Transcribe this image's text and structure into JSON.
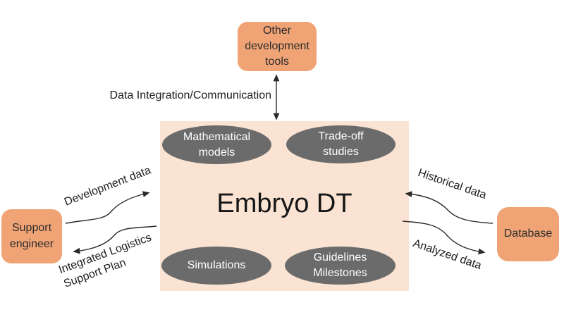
{
  "colors": {
    "background": "#ffffff",
    "node_fill": "#f0a476",
    "node_text": "#2b2b2b",
    "center_fill": "#fae3d2",
    "ellipse_fill": "#6b6b6b",
    "ellipse_text": "#ffffff",
    "label_text": "#1c1c1c",
    "arrow": "#2a2a2a"
  },
  "nodes": {
    "other_tools": {
      "label": "Other\ndevelopment\ntools"
    },
    "support_engineer": {
      "label": "Support\nengineer"
    },
    "database": {
      "label": "Database"
    }
  },
  "center": {
    "title": "Embryo DT",
    "components": [
      {
        "label": "Mathematical\nmodels"
      },
      {
        "label": "Trade-off\nstudies"
      },
      {
        "label": "Simulations"
      },
      {
        "label": "Guidelines\nMilestones"
      }
    ]
  },
  "edges": [
    {
      "id": "data-integration",
      "label": "Data Integration/Communication",
      "from": "Other development tools",
      "to": "Embryo DT",
      "direction": "bidirectional"
    },
    {
      "id": "development-data",
      "label": "Development data",
      "from": "Support engineer",
      "to": "Embryo DT",
      "direction": "forward"
    },
    {
      "id": "ils-plan",
      "label": "Integrated Logistics\nSupport Plan",
      "from": "Embryo DT",
      "to": "Support engineer",
      "direction": "forward"
    },
    {
      "id": "historical-data",
      "label": "Historical data",
      "from": "Database",
      "to": "Embryo DT",
      "direction": "forward"
    },
    {
      "id": "analyzed-data",
      "label": "Analyzed data",
      "from": "Embryo DT",
      "to": "Database",
      "direction": "forward"
    }
  ]
}
